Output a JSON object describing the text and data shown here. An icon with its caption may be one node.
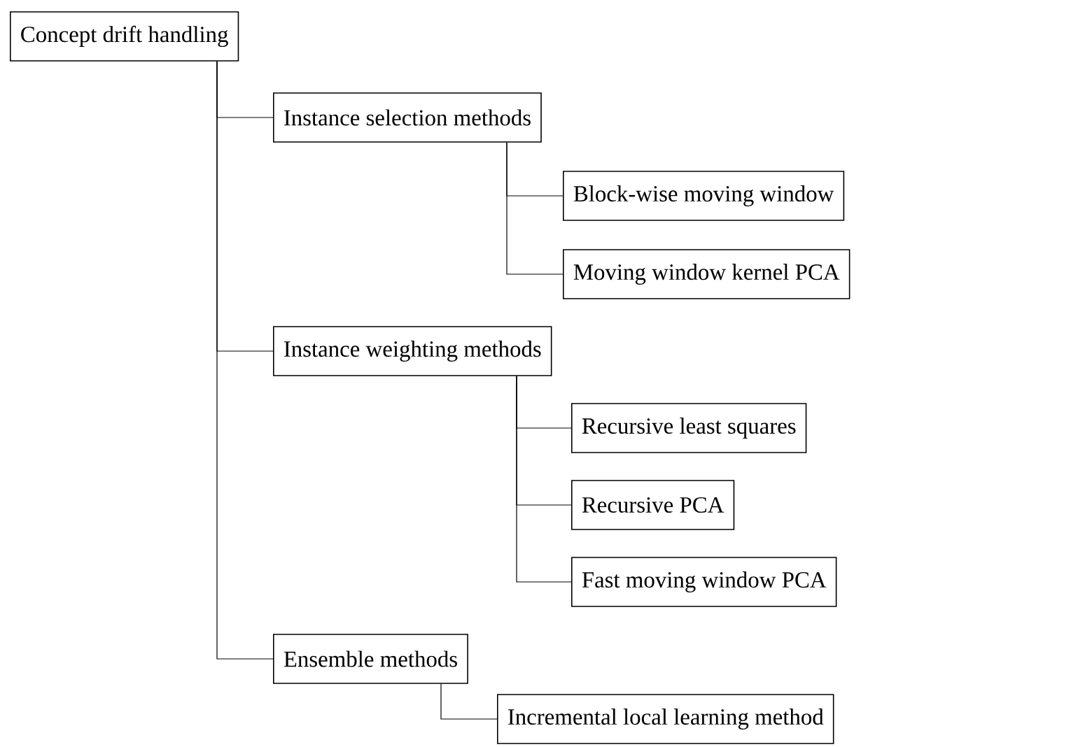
{
  "diagram": {
    "nodes": [
      {
        "text": [
          "Concept drift handling"
        ]
      },
      {
        "text": [
          "Instance selection methods"
        ]
      },
      {
        "text": [
          "Block-wise moving window"
        ]
      },
      {
        "text": [
          "Moving window kernel PCA"
        ]
      },
      {
        "text": [
          "Instance weighting methods"
        ]
      },
      {
        "text": [
          "Recursive least squares"
        ]
      },
      {
        "text": [
          "Recursive PCA"
        ]
      },
      {
        "text": [
          "Fast moving window PCA"
        ]
      },
      {
        "text": [
          "Ensemble methods"
        ]
      },
      {
        "text": [
          "Incremental local learning method"
        ]
      }
    ],
    "edges": [
      {
        "from": 0,
        "to": 1,
        "arrow": "none"
      },
      {
        "from": 1,
        "to": 2,
        "arrow": "none"
      },
      {
        "from": 1,
        "to": 3,
        "arrow": "none"
      },
      {
        "from": 0,
        "to": 4,
        "arrow": "none"
      },
      {
        "from": 4,
        "to": 5,
        "arrow": "none"
      },
      {
        "from": 4,
        "to": 6,
        "arrow": "none"
      },
      {
        "from": 4,
        "to": 7,
        "arrow": "none"
      },
      {
        "from": 0,
        "to": 8,
        "arrow": "none"
      },
      {
        "from": 8,
        "to": 9,
        "arrow": "none"
      }
    ]
  }
}
